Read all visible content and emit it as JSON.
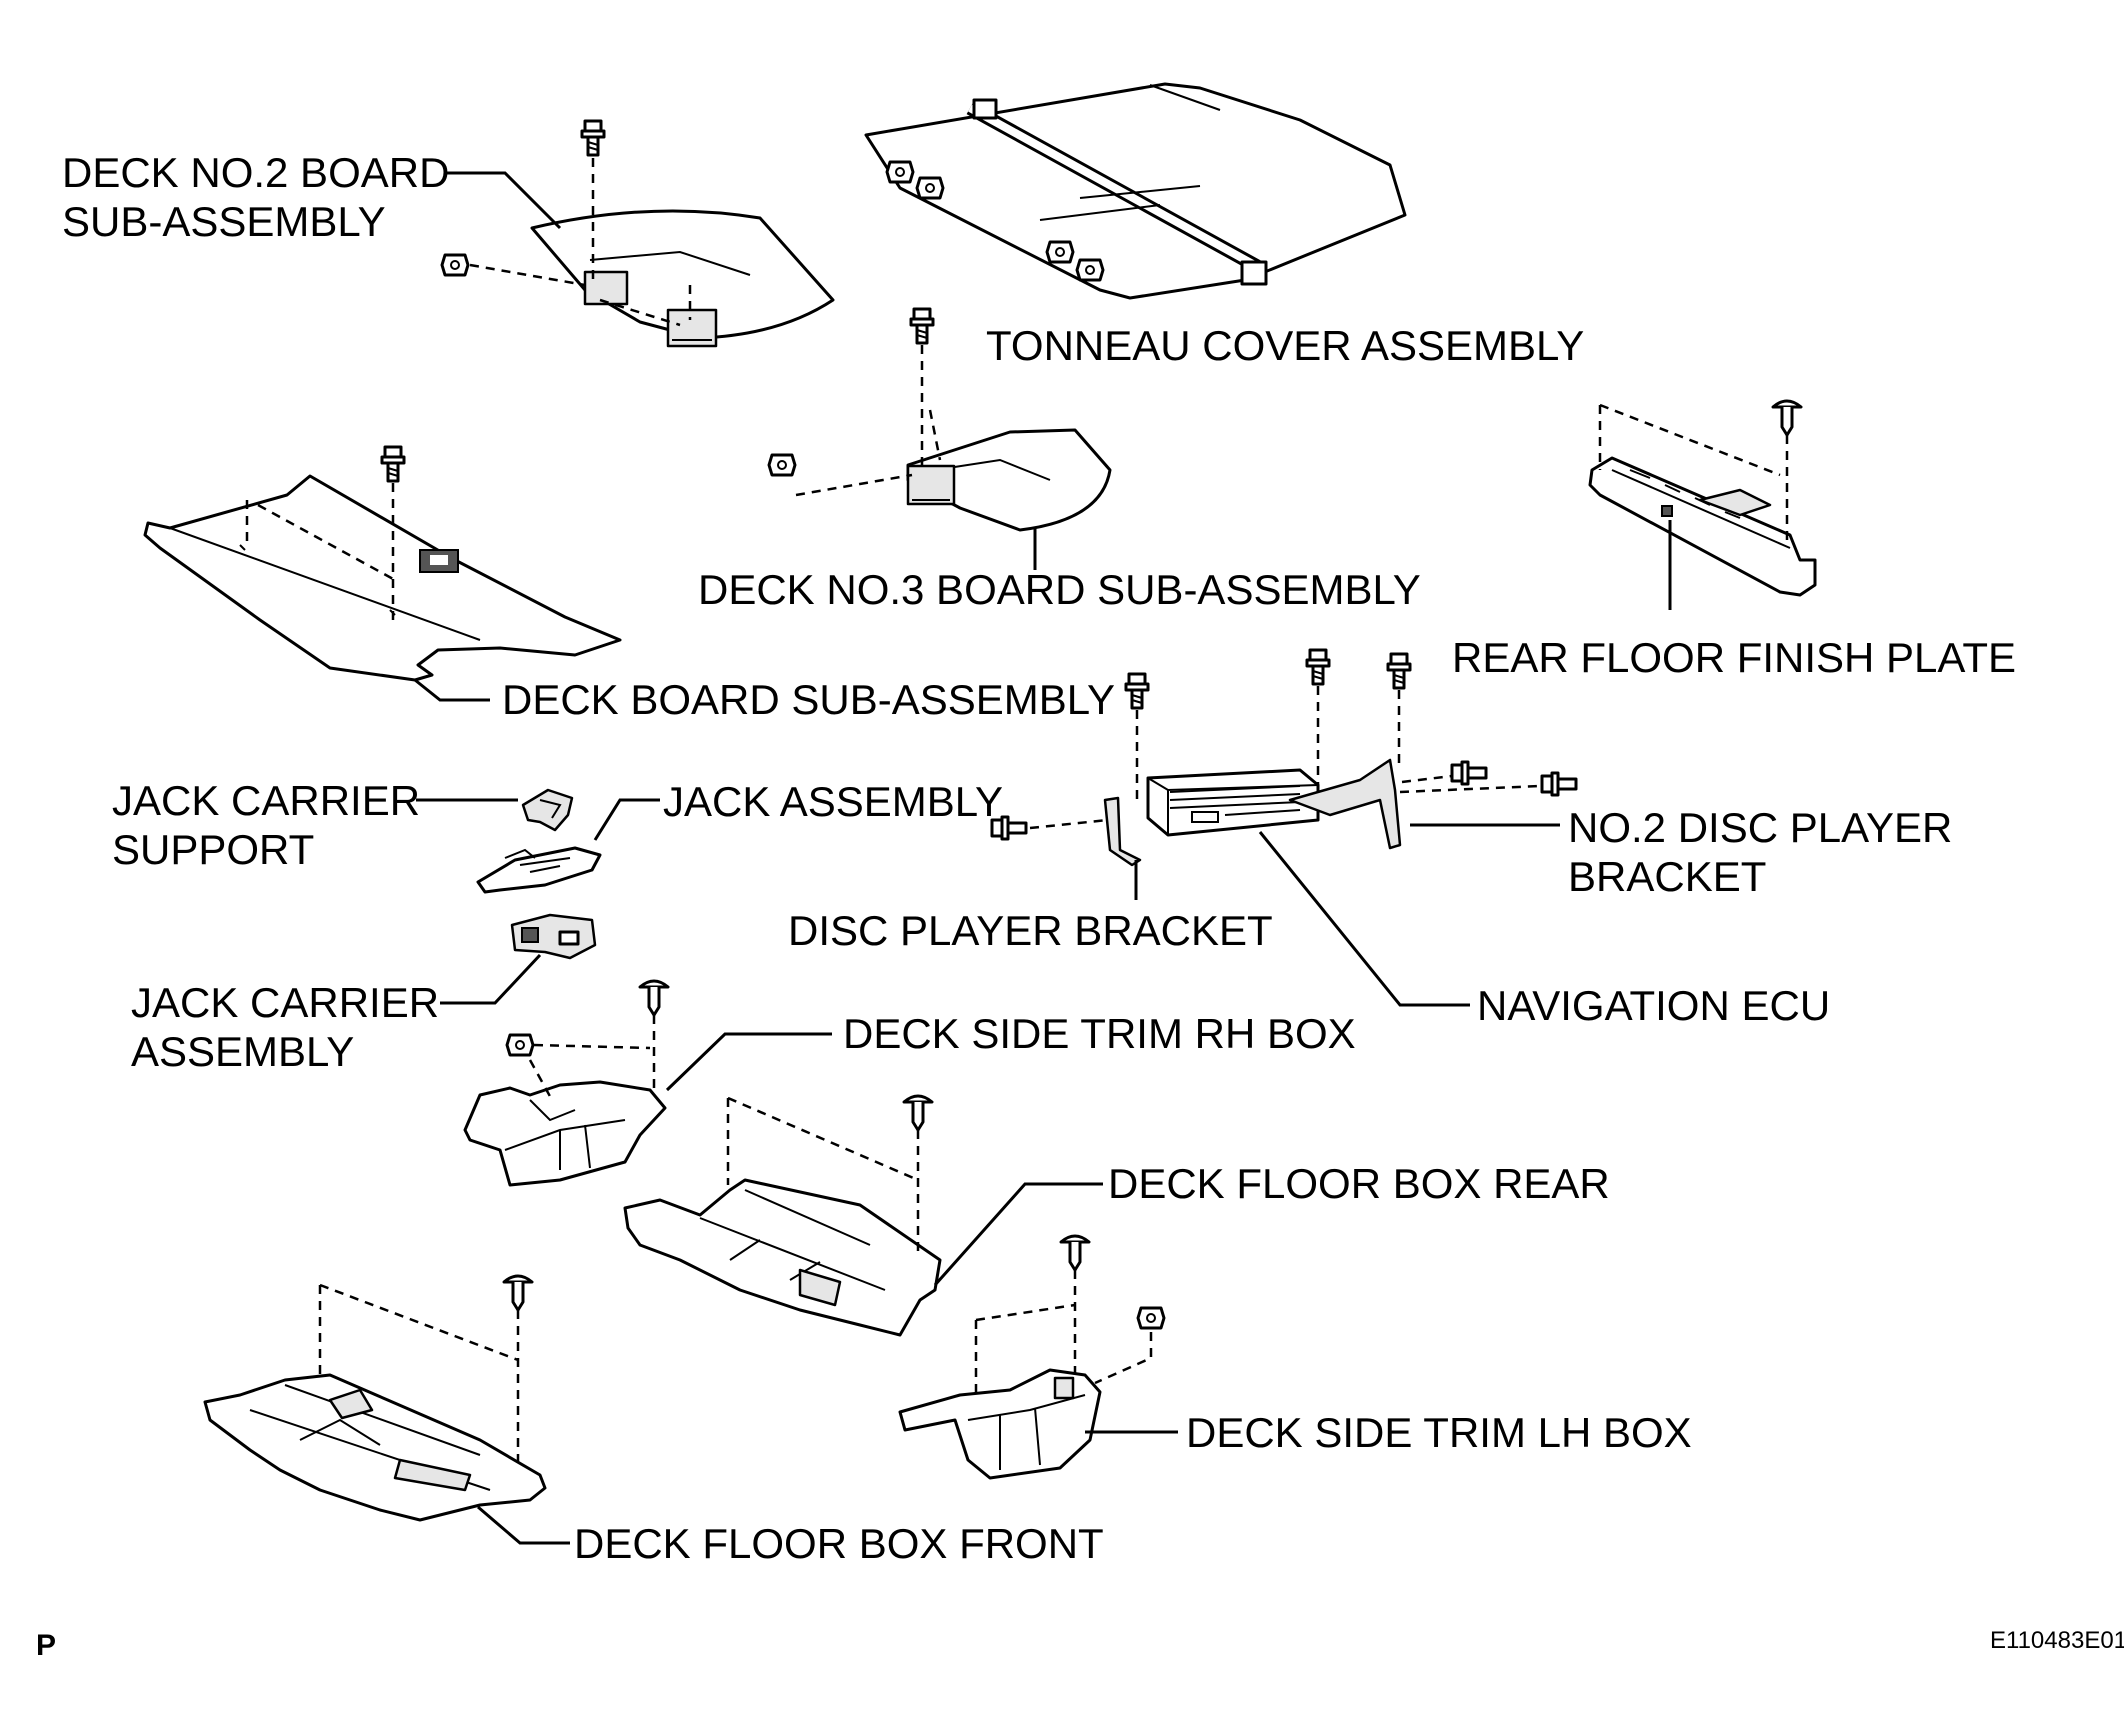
{
  "labels": {
    "deck_no2_board": [
      "DECK NO.2 BOARD",
      "SUB-ASSEMBLY"
    ],
    "tonneau_cover": "TONNEAU COVER ASSEMBLY",
    "deck_no3_board": "DECK NO.3 BOARD SUB-ASSEMBLY",
    "rear_floor_finish_plate": "REAR FLOOR FINISH PLATE",
    "deck_board": "DECK BOARD SUB-ASSEMBLY",
    "jack_carrier_support": [
      "JACK CARRIER",
      "SUPPORT"
    ],
    "jack_assembly": "JACK ASSEMBLY",
    "no2_disc_player_bracket": [
      "NO.2 DISC PLAYER",
      "BRACKET"
    ],
    "disc_player_bracket": "DISC PLAYER BRACKET",
    "jack_carrier_assembly": [
      "JACK CARRIER",
      "ASSEMBLY"
    ],
    "navigation_ecu": "NAVIGATION ECU",
    "deck_side_trim_rh": "DECK SIDE TRIM RH BOX",
    "deck_floor_box_rear": "DECK FLOOR BOX REAR",
    "deck_side_trim_lh": "DECK SIDE TRIM LH BOX",
    "deck_floor_box_front": "DECK FLOOR BOX FRONT"
  },
  "footer": {
    "corner_mark": "P",
    "figure_code": "E110483E01"
  }
}
